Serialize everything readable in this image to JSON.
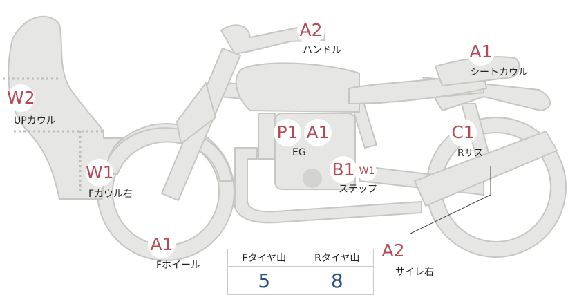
{
  "diagram": {
    "colors": {
      "body_fill": "#e6e6e4",
      "outline": "#c6c6c2",
      "grade_text": "#b54a52",
      "value_text": "#2b4f85"
    },
    "parts": {
      "handle": {
        "grade": "A2",
        "name": "ハンドル"
      },
      "seat_cowl": {
        "grade": "A1",
        "name": "シートカウル"
      },
      "up_cowl": {
        "grade": "W2",
        "name": "UPカウル"
      },
      "engine": {
        "grades": [
          "P1",
          "A1"
        ],
        "name": "EG"
      },
      "rear_susp": {
        "grade": "C1",
        "name": "Rサス"
      },
      "step": {
        "grades": [
          "B1",
          "W1"
        ],
        "name": "ステップ"
      },
      "f_cowl_right": {
        "grade": "W1",
        "name": "Fカウル右"
      },
      "f_wheel": {
        "grade": "A1",
        "name": "Fホイール"
      },
      "muffler_right": {
        "grade": "A2",
        "name": "サイレ右"
      }
    },
    "tread_table": {
      "headers": [
        "Fタイヤ山",
        "Rタイヤ山"
      ],
      "values": [
        "5",
        "8"
      ]
    }
  }
}
